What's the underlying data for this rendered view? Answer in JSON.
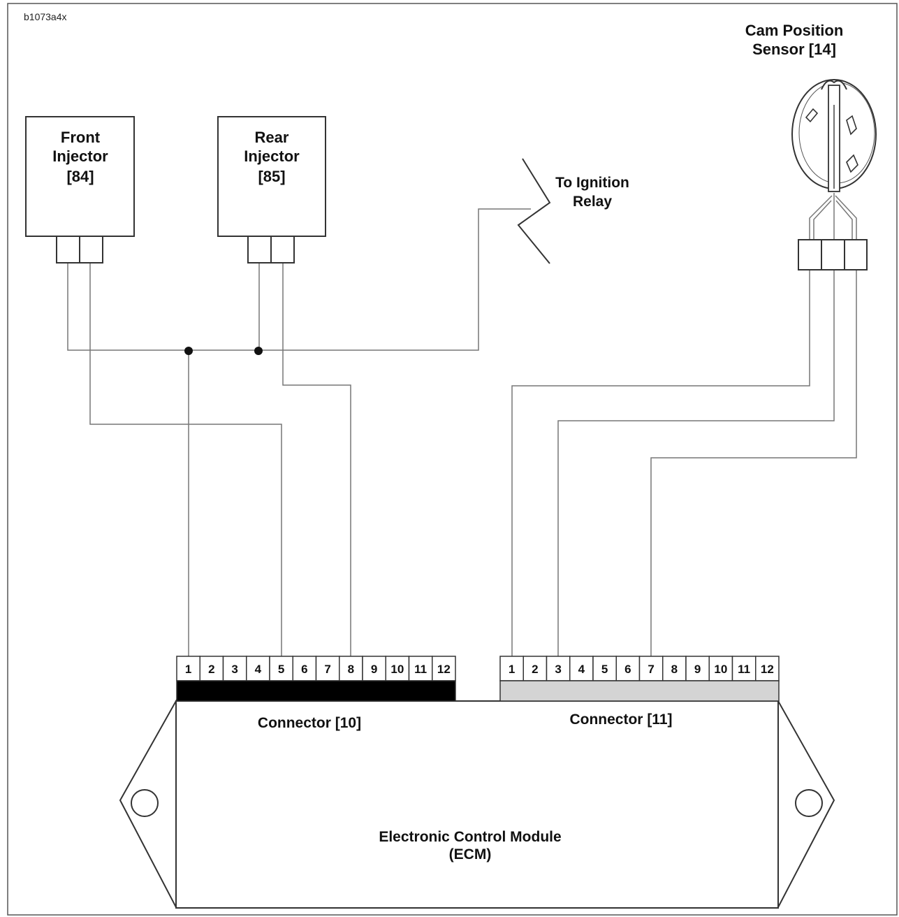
{
  "figure_id": "b1073a4x",
  "components": {
    "front_injector": {
      "lines": [
        "Front",
        "Injector",
        "[84]"
      ]
    },
    "rear_injector": {
      "lines": [
        "Rear",
        "Injector",
        "[85]"
      ]
    },
    "ignition_relay": {
      "lines": [
        "To Ignition",
        "Relay"
      ]
    },
    "cam_sensor": {
      "lines": [
        "Cam Position",
        "Sensor [14]"
      ]
    },
    "ecm": {
      "lines": [
        "Electronic Control Module",
        "(ECM)"
      ]
    }
  },
  "connectors": {
    "c10": {
      "label": "Connector [10]",
      "strip_color": "#000000",
      "pins": [
        "1",
        "2",
        "3",
        "4",
        "5",
        "6",
        "7",
        "8",
        "9",
        "10",
        "11",
        "12"
      ]
    },
    "c11": {
      "label": "Connector [11]",
      "strip_color": "#d4d4d4",
      "pins": [
        "1",
        "2",
        "3",
        "4",
        "5",
        "6",
        "7",
        "8",
        "9",
        "10",
        "11",
        "12"
      ]
    }
  },
  "colors": {
    "line": "#333333",
    "wire": "#777777",
    "junction": "#111111"
  }
}
